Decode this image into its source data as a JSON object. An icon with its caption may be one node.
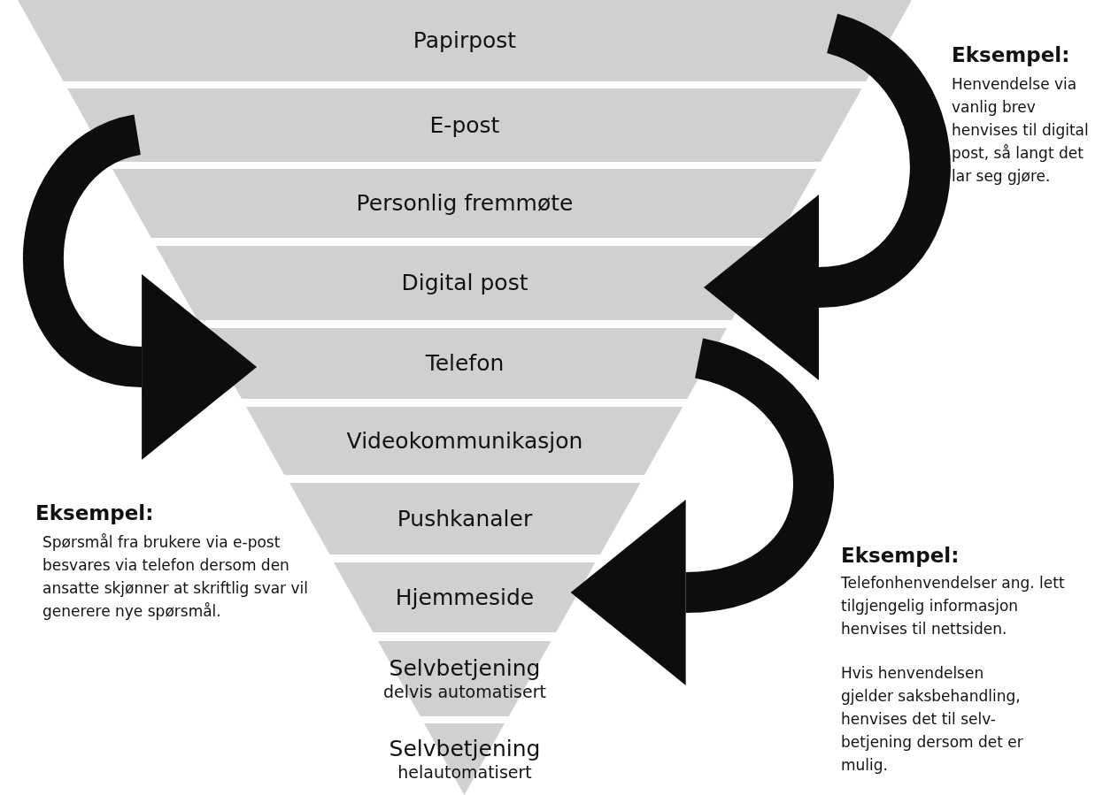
{
  "diagram": {
    "nodes": [
      {
        "text": [
          "Papirpost"
        ]
      },
      {
        "text": [
          "E-post"
        ]
      },
      {
        "text": [
          "Personlig fremmøte"
        ]
      },
      {
        "text": [
          "Digital post"
        ]
      },
      {
        "text": [
          "Telefon"
        ]
      },
      {
        "text": [
          "Videokommunikasjon"
        ]
      },
      {
        "text": [
          "Pushkanaler"
        ]
      },
      {
        "text": [
          "Hjemmeside"
        ]
      },
      {
        "text": [
          "Selvbetjening",
          "delvis automatisert"
        ]
      },
      {
        "text": [
          "Selvbetjening",
          "helautomatisert"
        ]
      }
    ],
    "edges": [
      {
        "from": 0,
        "to": 3,
        "arrow": "to"
      },
      {
        "from": 1,
        "to": 4,
        "arrow": "to"
      },
      {
        "from": 4,
        "to": 7,
        "arrow": "to"
      }
    ],
    "labels": [
      "Eksempel:",
      "Henvendelse via vanlig brev henvises til digital post, så langt det lar seg gjøre.",
      "Eksempel:",
      "Spørsmål fra brukere via e-post besvares via telefon dersom den ansatte skjønner at skriftlig svar vil generere nye spørsmål.",
      "Eksempel:",
      "Telefonhenvendelser ang. lett tilgjengelig informasjon henvises til nettsiden.",
      "Hvis henvendelsen gjelder saksbehandling, henvises det til selv-betjening dersom det er mulig."
    ]
  }
}
